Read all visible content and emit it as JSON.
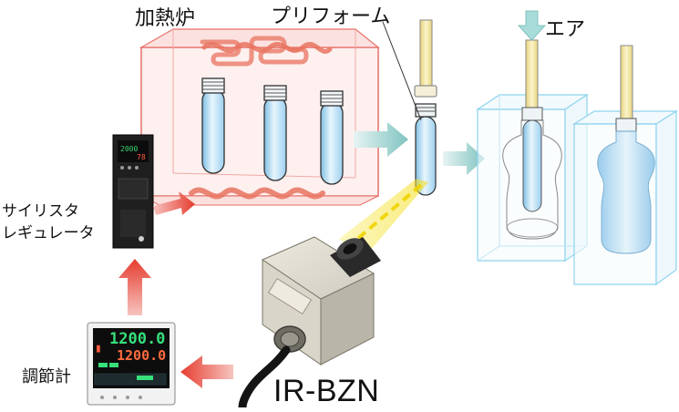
{
  "labels": {
    "furnace": "加熱炉",
    "preform": "プリフォーム",
    "air": "エア",
    "thyristor_line1": "サイリスタ",
    "thyristor_line2": "レギュレータ",
    "controller": "調節計",
    "sensor_model": "IR-BZN"
  },
  "controller_display": {
    "pv": "1200.0",
    "sv": "1200.0"
  },
  "colors": {
    "furnace": "#e8716a",
    "heater": "#e8735f",
    "arrow_red": "#e94a3c",
    "arrow_teal": "#7fc3c0",
    "mold_outline": "#8ed3ee",
    "preform_fill": "#a9d9f2",
    "air_tube": "#f1e39a",
    "ir_beam": "#f5e21a",
    "controller_led": "#36e07a"
  },
  "icons": [
    "heater-coil-icon",
    "preform-tube-icon",
    "bottle-icon",
    "thyristor-regulator-device",
    "temperature-controller-device",
    "ir-thermometer-sensor"
  ]
}
